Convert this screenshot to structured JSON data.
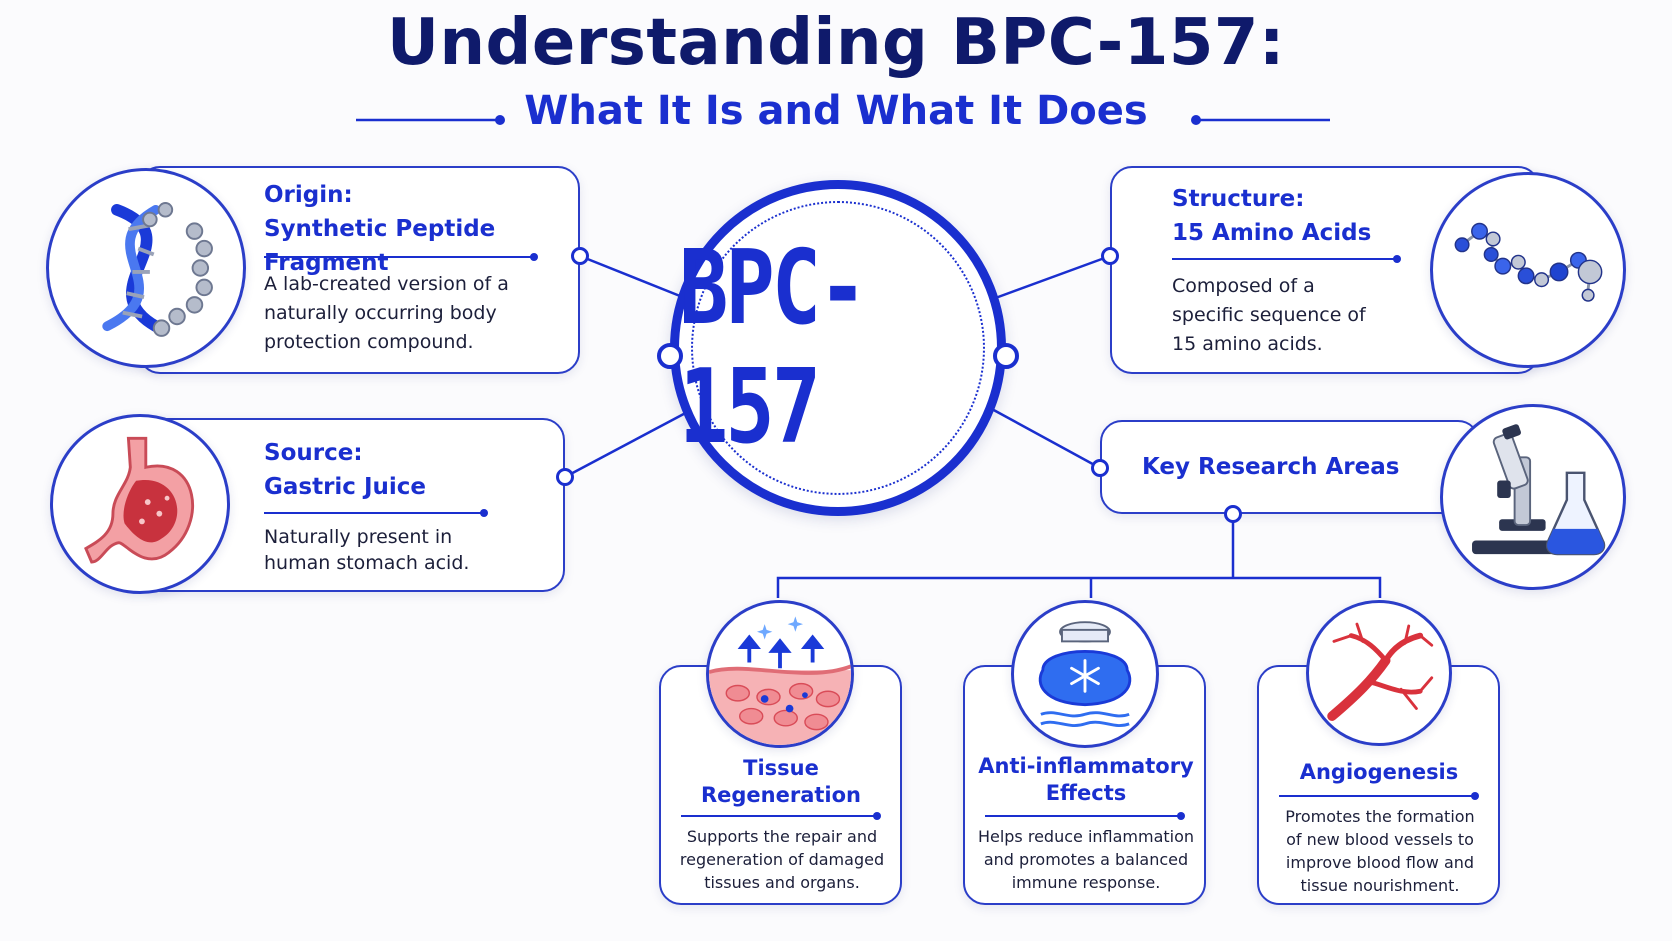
{
  "header": {
    "title": "Understanding BPC-157:",
    "subtitle": "What It Is and What It Does"
  },
  "hub": {
    "label": "BPC-157"
  },
  "cards": {
    "origin": {
      "title_line1": "Origin:",
      "title_line2": "Synthetic Peptide Fragment",
      "description": "A lab-created version of a naturally occurring body protection compound.",
      "icon": "dna-helix-icon"
    },
    "source": {
      "title_line1": "Source:",
      "title_line2": "Gastric Juice",
      "description": "Naturally present in human stomach acid.",
      "icon": "stomach-icon"
    },
    "structure": {
      "title_line1": "Structure:",
      "title_line2": "15 Amino Acids",
      "description": "Composed of a specific sequence of 15 amino acids.",
      "icon": "amino-acid-chain-icon"
    },
    "research": {
      "title": "Key Research Areas",
      "icon": "microscope-flask-icon"
    }
  },
  "research_areas": [
    {
      "title": "Tissue Regeneration",
      "description": "Supports the repair and regeneration of damaged tissues and organs.",
      "icon": "tissue-cells-icon"
    },
    {
      "title": "Anti-inflammatory Effects",
      "description": "Helps reduce inflammation and promotes a balanced immune response.",
      "icon": "ice-pack-icon"
    },
    {
      "title": "Angiogenesis",
      "description": "Promotes the formation of new blood vessels to improve blood flow and tissue nourishment.",
      "icon": "blood-vessels-icon"
    }
  ],
  "colors": {
    "navy": "#0f1a6b",
    "accent_blue": "#1a2fcf",
    "border_blue": "#2b3ec8",
    "tissue_red": "#d9323c"
  }
}
